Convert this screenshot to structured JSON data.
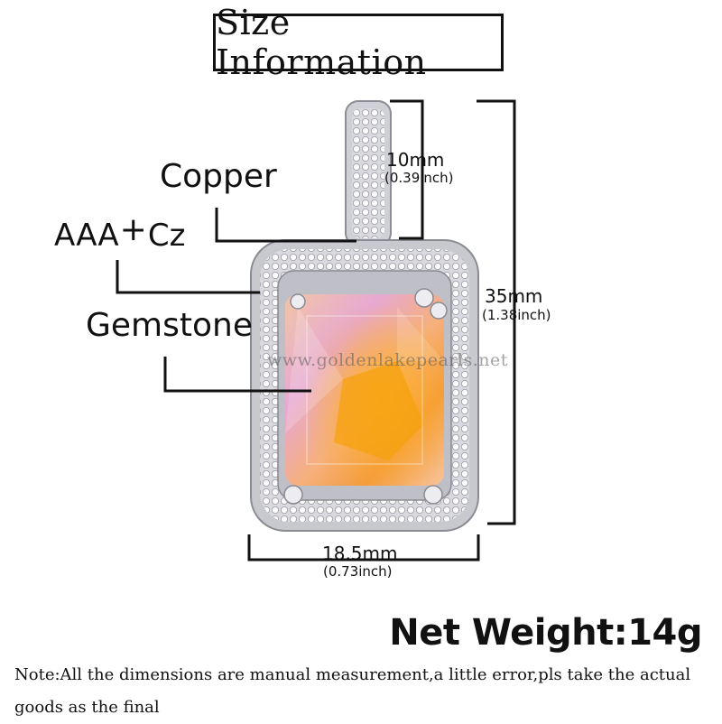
{
  "title": "Size Information",
  "labels": {
    "copper": "Copper",
    "cz_prefix": "AAA",
    "cz_plus": "+",
    "cz_suffix": "Cz",
    "gemstone": "Gemstone"
  },
  "dimensions": {
    "bail_mm": "10mm",
    "bail_inch": "(0.39inch)",
    "height_mm": "35mm",
    "height_inch": "(1.38inch)",
    "width_mm": "18.5mm",
    "width_inch": "(0.73inch)"
  },
  "watermark": "www.goldenlakepearls.net",
  "net_weight": "Net Weight:14g",
  "note": "Note:All the dimensions are manual measurement,a little error,pls take the actual goods as the final",
  "colors": {
    "gem_orange": "#f7a35c",
    "gem_pink": "#e7a2d8",
    "metal": "#e6e6ea"
  }
}
